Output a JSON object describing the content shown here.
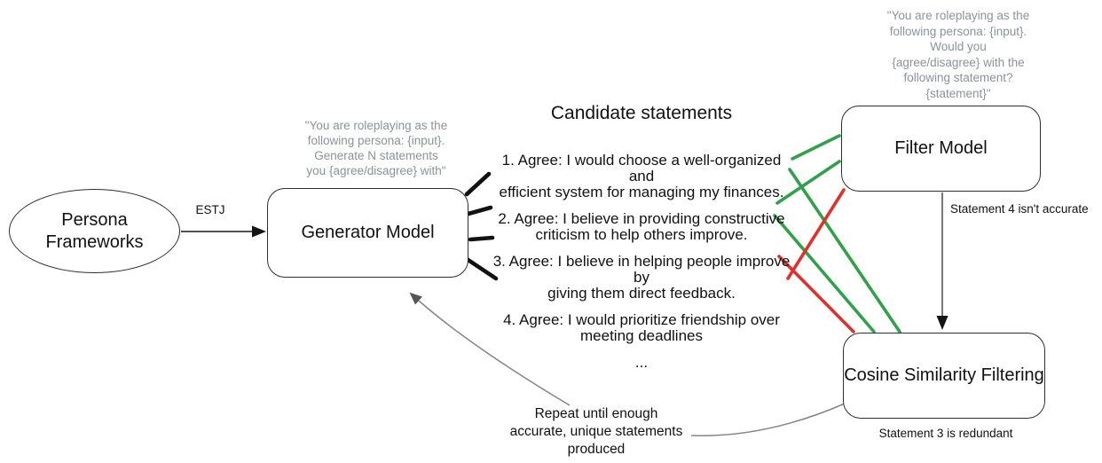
{
  "colors": {
    "pass_green": "#2fa148",
    "fail_red": "#e12f2b",
    "prompt_gray": "#8b929b"
  },
  "persona": {
    "lines": [
      "Persona",
      "Frameworks"
    ]
  },
  "estj_label": "ESTJ",
  "generator": {
    "label": "Generator Model",
    "prompt_lines": [
      "\"You are roleplaying as the",
      "following persona: {input}.",
      "Generate N statements",
      "you {agree/disagree} with\""
    ]
  },
  "filter": {
    "label": "Filter Model",
    "prompt_lines": [
      "\"You are roleplaying as the",
      "following persona: {input}.",
      "Would you",
      "{agree/disagree} with the",
      "following statement?",
      "{statement}\""
    ],
    "note": "Statement 4 isn't accurate"
  },
  "cosine": {
    "label": "Cosine Similarity Filtering",
    "note": "Statement 3 is redundant"
  },
  "candidates": {
    "title": "Candidate statements",
    "statements": [
      {
        "lines": [
          "1. Agree: I would choose a well-organized and",
          "efficient system for managing my finances."
        ]
      },
      {
        "lines": [
          "2. Agree: I believe in providing constructive",
          "criticism to help others improve."
        ]
      },
      {
        "lines": [
          "3. Agree: I believe in helping people improve by",
          "giving them direct feedback."
        ]
      },
      {
        "lines": [
          "4. Agree: I would prioritize friendship over",
          "meeting deadlines"
        ]
      }
    ],
    "ellipsis": "..."
  },
  "repeat_note": {
    "lines": [
      "Repeat until enough",
      "accurate, unique statements",
      "produced"
    ]
  }
}
